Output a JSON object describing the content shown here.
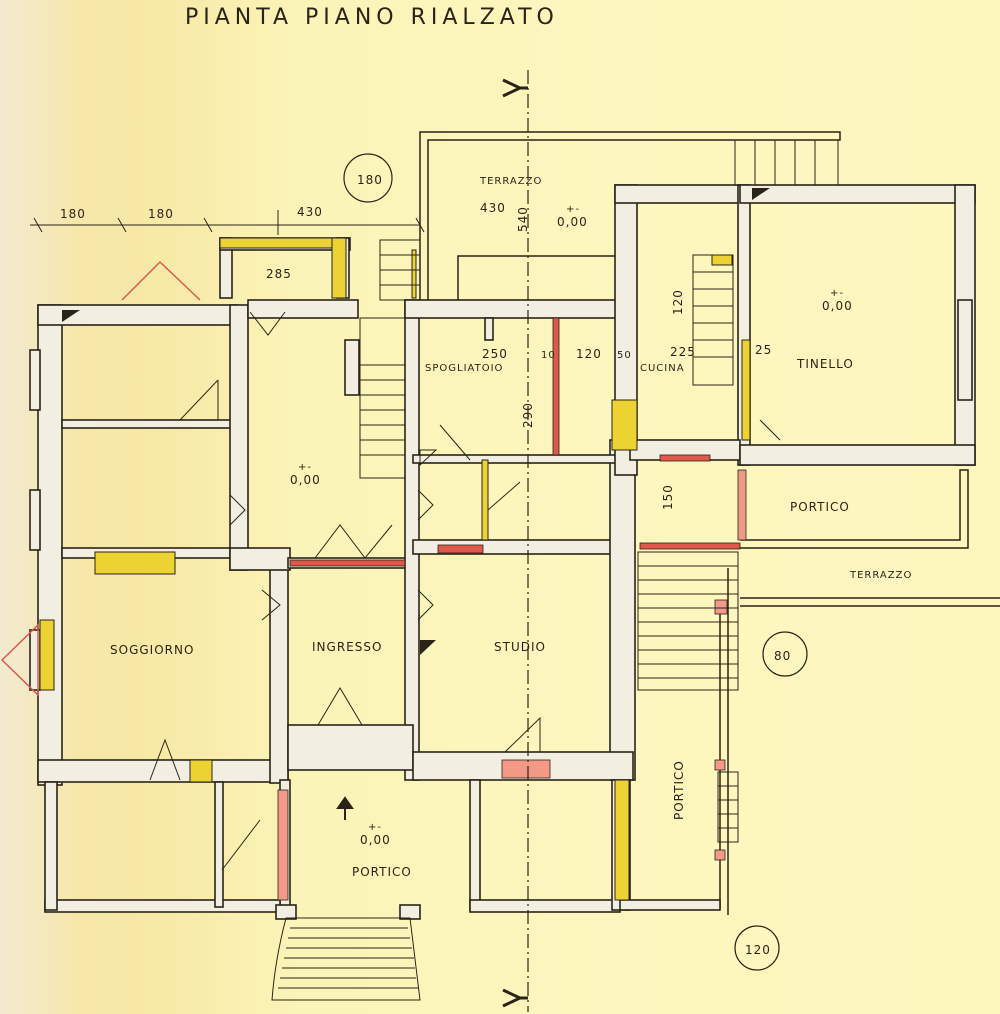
{
  "title": "PIANTA PIANO RIALZATO",
  "rooms": {
    "soggiorno": "SOGGIORNO",
    "ingresso": "INGRESSO",
    "studio": "STUDIO",
    "tinello": "TINELLO",
    "cucina": "CUCINA",
    "spogliatoio": "SPOGLIATOIO",
    "terrazzo_top": "TERRAZZO",
    "terrazzo_right": "TERRAZZO",
    "portico_front": "PORTICO",
    "portico_right": "PORTICO",
    "portico_side": "PORTICO"
  },
  "levels": {
    "sign": "+-",
    "value": "0,00",
    "l180": "180",
    "l80": "80",
    "l120": "120"
  },
  "dimensions": {
    "d180a": "180",
    "d180b": "180",
    "d430": "430",
    "d285": "285",
    "d430b": "430",
    "d540": "540",
    "d250": "250",
    "d10": "10",
    "d120": "120",
    "d50": "50",
    "d225": "225",
    "d25": "25",
    "d290": "290",
    "d120v": "120",
    "d150": "150"
  },
  "colors": {
    "wall": "#f2efe2",
    "ink": "#2a2418",
    "yellow": "#ecd233",
    "red": "#e0584a",
    "pink": "#f39a86"
  }
}
